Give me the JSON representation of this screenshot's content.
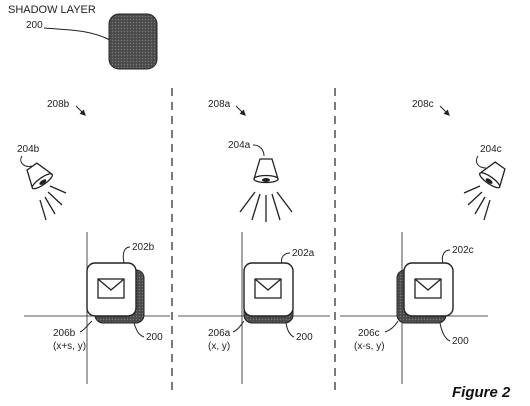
{
  "shadow_layer": {
    "title": "SHADOW LAYER",
    "ref": "200",
    "fill": "#555555"
  },
  "panels": [
    {
      "id": "b",
      "view_ref": "208b",
      "light_ref": "204b",
      "icon_ref": "202b",
      "shadow_ref": "200",
      "offset_ref": "206b",
      "offset_coord": "(x+s, y)",
      "light_direction": "left"
    },
    {
      "id": "a",
      "view_ref": "208a",
      "light_ref": "204a",
      "icon_ref": "202a",
      "shadow_ref": "200",
      "offset_ref": "206a",
      "offset_coord": "(x, y)",
      "light_direction": "top"
    },
    {
      "id": "c",
      "view_ref": "208c",
      "light_ref": "204c",
      "icon_ref": "202c",
      "shadow_ref": "200",
      "offset_ref": "206c",
      "offset_coord": "(x-s, y)",
      "light_direction": "right"
    }
  ],
  "figure_label": "Figure 2",
  "icon_glyph": "envelope-icon",
  "colors": {
    "line": "#222222",
    "shadow": "#555555"
  }
}
